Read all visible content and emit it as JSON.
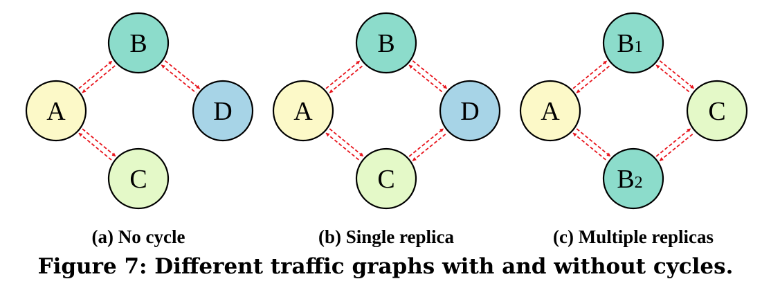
{
  "colors": {
    "yellow_node": "#FCF9C8",
    "green_node": "#E4F9C8",
    "teal_node": "#8CDCCB",
    "blue_node": "#A7D4E7",
    "arrow": "#E8141C",
    "stroke": "#000000"
  },
  "panels": [
    {
      "caption": "(a) No cycle",
      "nodes": [
        {
          "id": "a",
          "label": "A",
          "sub": "",
          "fill": "yellow"
        },
        {
          "id": "b",
          "label": "B",
          "sub": "",
          "fill": "teal"
        },
        {
          "id": "c",
          "label": "C",
          "sub": "",
          "fill": "green"
        },
        {
          "id": "d",
          "label": "D",
          "sub": "",
          "fill": "blue"
        }
      ],
      "edges": [
        [
          "a",
          "b"
        ],
        [
          "b",
          "d"
        ],
        [
          "a",
          "c"
        ]
      ]
    },
    {
      "caption": "(b) Single replica",
      "nodes": [
        {
          "id": "a",
          "label": "A",
          "sub": "",
          "fill": "yellow"
        },
        {
          "id": "b",
          "label": "B",
          "sub": "",
          "fill": "teal"
        },
        {
          "id": "c",
          "label": "C",
          "sub": "",
          "fill": "green"
        },
        {
          "id": "d",
          "label": "D",
          "sub": "",
          "fill": "blue"
        }
      ],
      "edges": [
        [
          "a",
          "b"
        ],
        [
          "b",
          "d"
        ],
        [
          "a",
          "c"
        ],
        [
          "c",
          "d"
        ]
      ]
    },
    {
      "caption": "(c) Multiple replicas",
      "nodes": [
        {
          "id": "a",
          "label": "A",
          "sub": "",
          "fill": "yellow"
        },
        {
          "id": "b1",
          "label": "B",
          "sub": "1",
          "fill": "teal"
        },
        {
          "id": "c",
          "label": "C",
          "sub": "",
          "fill": "green"
        },
        {
          "id": "b2",
          "label": "B",
          "sub": "2",
          "fill": "teal"
        }
      ],
      "edges": [
        [
          "a",
          "b1"
        ],
        [
          "b1",
          "c"
        ],
        [
          "a",
          "b2"
        ],
        [
          "b2",
          "c"
        ]
      ]
    }
  ],
  "figure_caption": "Figure 7: Different traffic graphs with and without cycles."
}
